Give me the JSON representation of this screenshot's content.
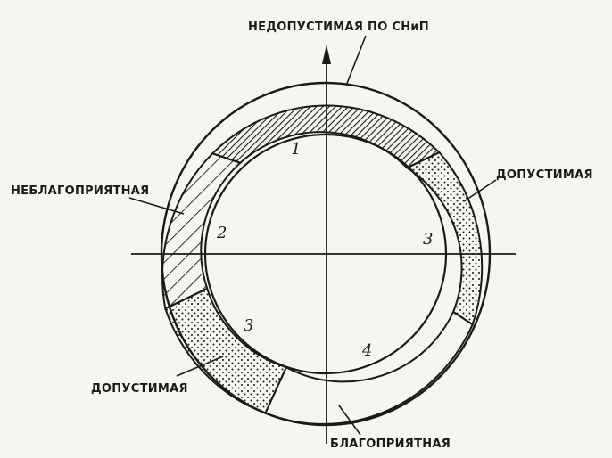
{
  "labels": {
    "unacceptable": "НЕДОПУСТИМАЯ ПО СНиП",
    "unfavorable": "НЕБЛАГОПРИЯТНАЯ",
    "acceptable_right": "ДОПУСТИМАЯ",
    "acceptable_left": "ДОПУСТИМАЯ",
    "favorable": "БЛАГОПРИЯТНАЯ"
  },
  "zone_numbers": {
    "n1": "1",
    "n2": "2",
    "n3_right": "3",
    "n3_left": "3",
    "n4": "4"
  },
  "colors": {
    "ink": "#1a1a1a",
    "paper": "#f7f5ef"
  }
}
